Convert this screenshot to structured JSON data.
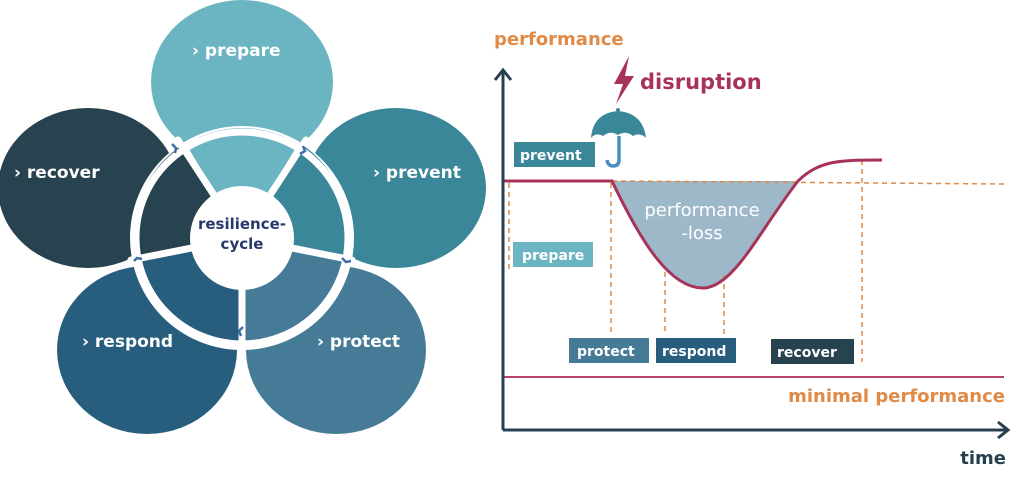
{
  "colors": {
    "prepare": "#6bb5c3",
    "prevent": "#3a8799",
    "protect": "#467b98",
    "respond": "#275e7e",
    "recover": "#27434f",
    "accent_orange": "#e08a45",
    "disruption_red": "#a8335a",
    "axis_dark": "#27404f",
    "loss_fill": "#9db8c8"
  },
  "cycle": {
    "center_line1": "resilience-",
    "center_line2": "cycle",
    "petals": [
      {
        "id": "prepare",
        "label": "› prepare"
      },
      {
        "id": "prevent",
        "label": "› prevent"
      },
      {
        "id": "protect",
        "label": "› protect"
      },
      {
        "id": "respond",
        "label": "› respond"
      },
      {
        "id": "recover",
        "label": "› recover"
      }
    ]
  },
  "chart": {
    "y_axis_title": "performance",
    "x_axis_title": "time",
    "disruption_label": "disruption",
    "loss_label_line1": "performance",
    "loss_label_line2": "-loss",
    "minimal_label": "minimal performance",
    "phases": {
      "prevent": "prevent",
      "prepare": "prepare",
      "protect": "protect",
      "respond": "respond",
      "recover": "recover"
    },
    "icons": [
      "lightning-icon",
      "umbrella-icon"
    ]
  },
  "chart_data": {
    "type": "line",
    "title": "",
    "xlabel": "time",
    "ylabel": "performance",
    "description": "Qualitative performance curve: baseline level, drop after disruption (performance-loss area), recovery to a level above baseline; minimal performance threshold line below.",
    "series": [
      {
        "name": "performance",
        "points": [
          [
            0,
            1.0
          ],
          [
            0.22,
            1.0
          ],
          [
            0.4,
            0.55
          ],
          [
            0.55,
            0.95
          ],
          [
            0.7,
            1.05
          ],
          [
            0.76,
            1.05
          ]
        ]
      }
    ],
    "reference_lines": [
      {
        "name": "baseline",
        "y": 1.0,
        "style": "dashed"
      },
      {
        "name": "minimal performance",
        "y": 0.0,
        "style": "solid"
      }
    ],
    "phases": [
      "prepare",
      "prevent",
      "protect",
      "respond",
      "recover"
    ],
    "annotations": [
      "disruption",
      "performance-loss",
      "minimal performance"
    ]
  }
}
